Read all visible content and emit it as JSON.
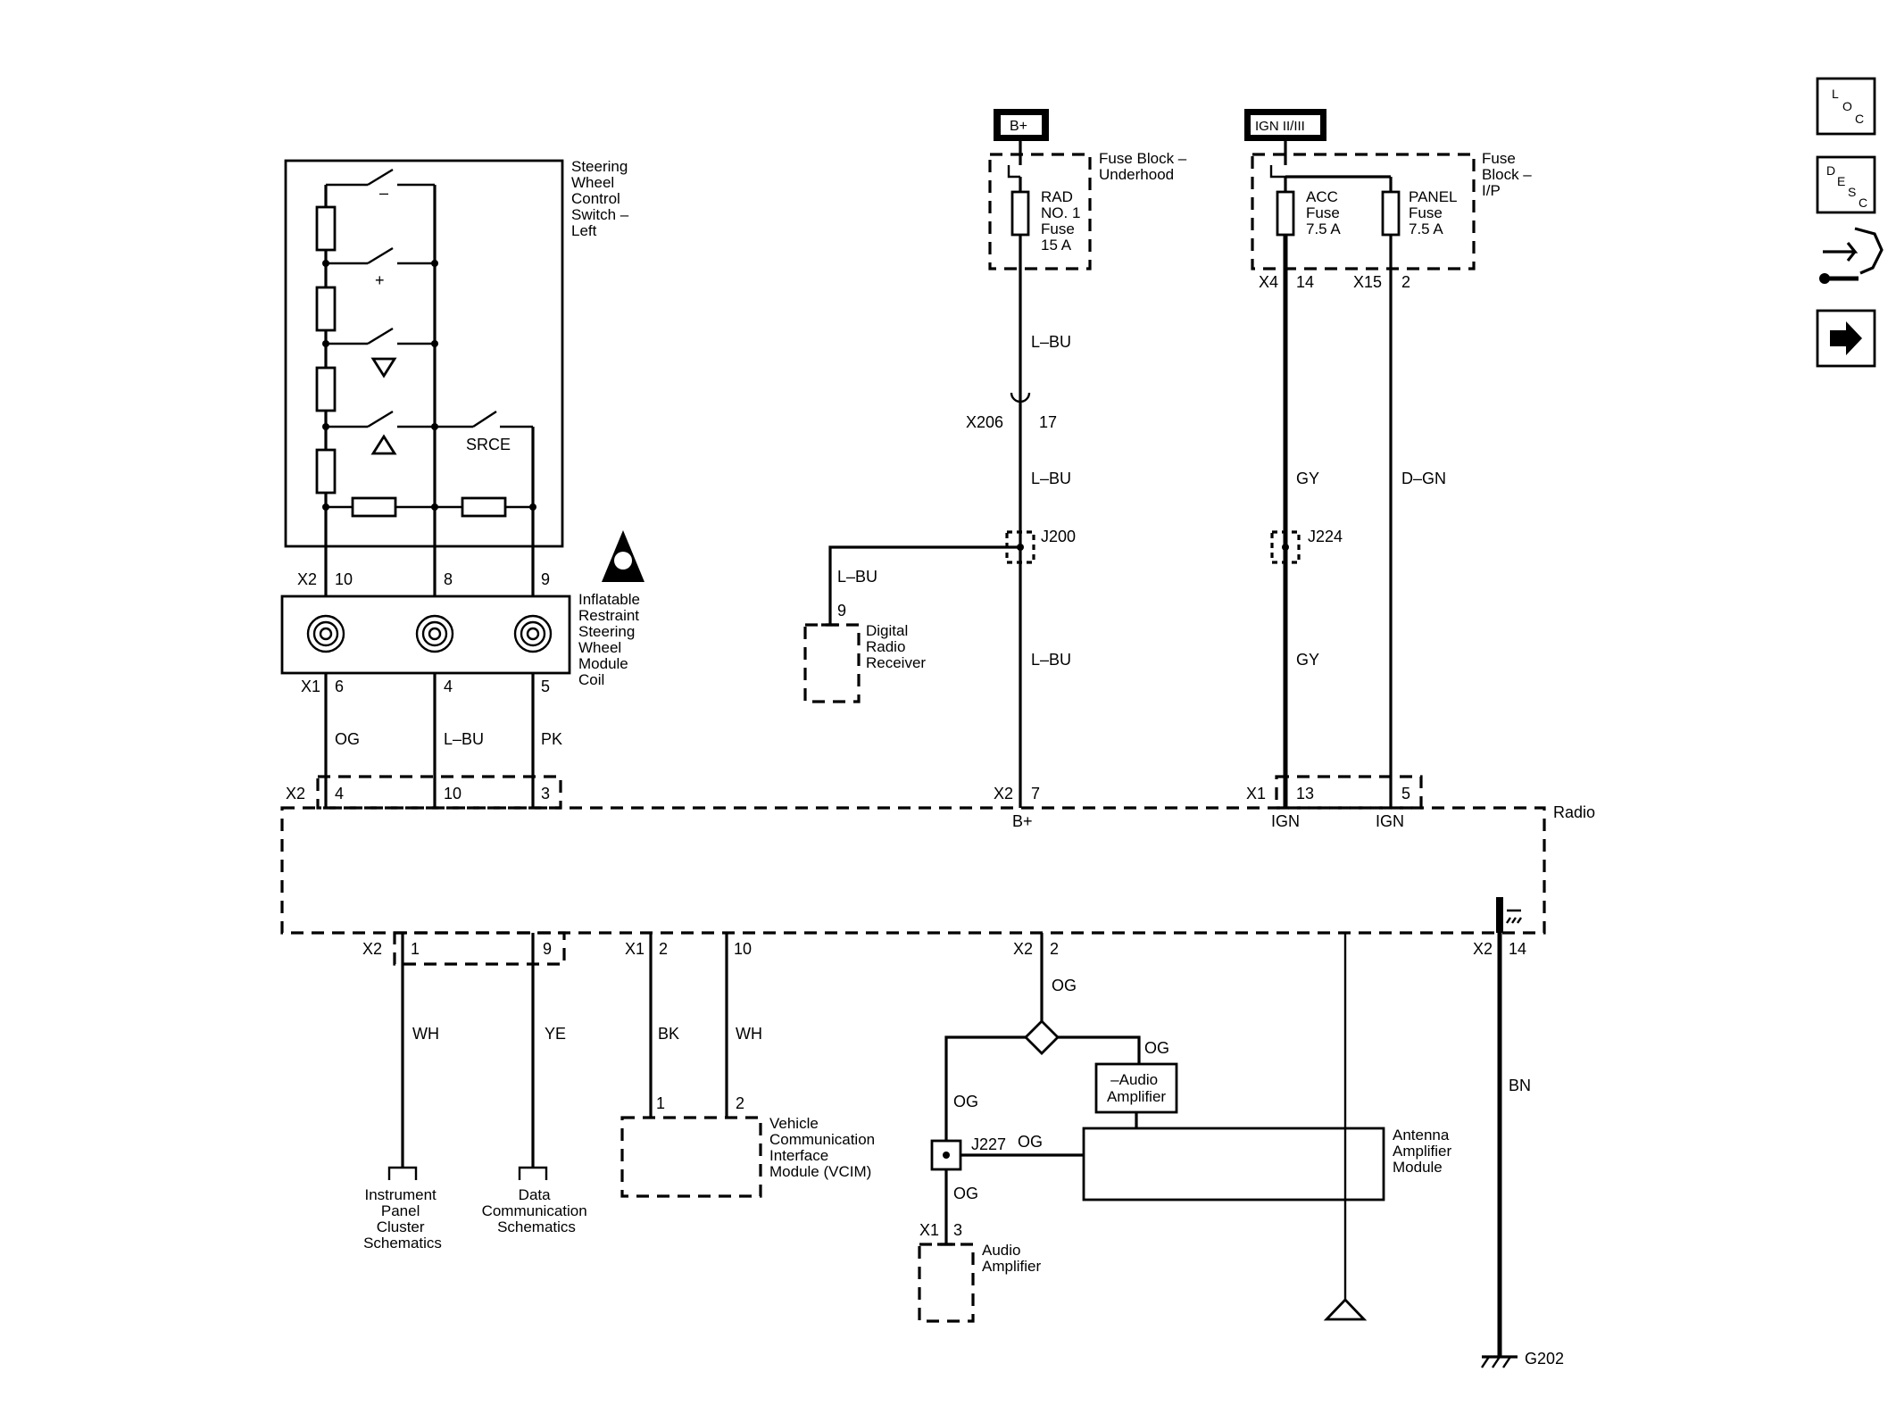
{
  "power_sources": {
    "bplus": "B+",
    "ign": "IGN II/III"
  },
  "components": {
    "swc_switch": [
      "Steering",
      "Wheel",
      "Control",
      "Switch –",
      "Left"
    ],
    "swc_srce": "SRCE",
    "swc_minus": "–",
    "swc_plus": "+",
    "coil": [
      "Inflatable",
      "Restraint",
      "Steering",
      "Wheel",
      "Module",
      "Coil"
    ],
    "fuse_underhood": [
      "Fuse Block –",
      "Underhood"
    ],
    "fuse_rad": [
      "RAD",
      "NO. 1",
      "Fuse",
      "15 A"
    ],
    "fuse_ip": [
      "Fuse",
      "Block –",
      "I/P"
    ],
    "fuse_acc": [
      "ACC",
      "Fuse",
      "7.5 A"
    ],
    "fuse_panel": [
      "PANEL",
      "Fuse",
      "7.5 A"
    ],
    "digital_radio": [
      "Digital",
      "Radio",
      "Receiver"
    ],
    "radio": "Radio",
    "vcim": [
      "Vehicle",
      "Communication",
      "Interface",
      "Module (VCIM)"
    ],
    "audio_amp_top": [
      "–Audio",
      "Amplifier"
    ],
    "antenna_amp": [
      "Antenna",
      "Amplifier",
      "Module"
    ],
    "audio_amp": [
      "Audio",
      "Amplifier"
    ],
    "ipc_ref": [
      "Instrument",
      "Panel",
      "Cluster",
      "Schematics"
    ],
    "data_ref": [
      "Data",
      "Communication",
      "Schematics"
    ]
  },
  "connectors": {
    "x2": "X2",
    "x1": "X1",
    "x4": "X4",
    "x15": "X15",
    "x206": "X206",
    "pins": {
      "c10": "10",
      "c8": "8",
      "c9": "9",
      "c6": "6",
      "c4": "4",
      "c5": "5",
      "r4": "4",
      "r10": "10",
      "r3": "3",
      "r7": "7",
      "r13": "13",
      "r5": "5",
      "f14": "14",
      "f2": "2",
      "x206p": "17",
      "drr9": "9",
      "b1": "1",
      "b9": "9",
      "b2": "2",
      "b10": "10",
      "b2b": "2",
      "b14": "14",
      "v1": "1",
      "v2": "2",
      "aa3": "3"
    }
  },
  "splices": {
    "j200": "J200",
    "j224": "J224",
    "j227": "J227"
  },
  "ground": "G202",
  "pin_functions": {
    "bplus": "B+",
    "ign1": "IGN",
    "ign2": "IGN"
  },
  "wire_colors": {
    "og": "OG",
    "lbu": "L–BU",
    "pk": "PK",
    "lbu_f1": "L–BU",
    "lbu_f2": "L–BU",
    "lbu_f3": "L–BU",
    "lbu_drr": "L–BU",
    "gy1": "GY",
    "gy2": "GY",
    "dgn": "D–GN",
    "wh1": "WH",
    "ye": "YE",
    "bk": "BK",
    "wh2": "WH",
    "og_a": "OG",
    "og_b": "OG",
    "og_c": "OG",
    "og_d": "OG",
    "og_e": "OG",
    "bn": "BN"
  },
  "nav_icons": {
    "loc": [
      "L",
      "O",
      "C"
    ],
    "desc": [
      "D",
      "E",
      "S",
      "C"
    ],
    "icons": [
      "loc-icon",
      "desc-icon",
      "connector-tool-icon",
      "next-arrow-icon"
    ]
  }
}
